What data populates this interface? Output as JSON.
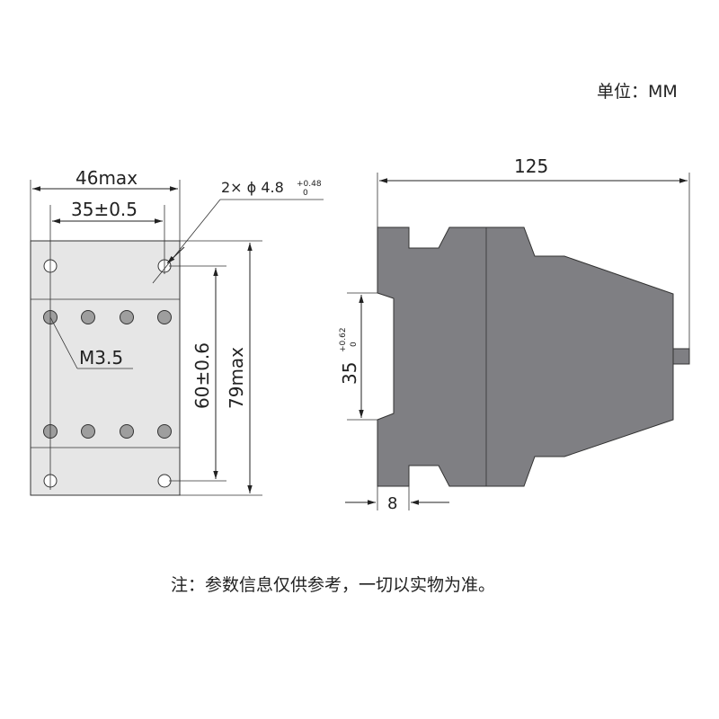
{
  "unit_label": "单位：MM",
  "note": "注：参数信息仅供参考，一切以实物为准。",
  "front_view": {
    "width_label": "46max",
    "hole_spacing_label": "35±0.5",
    "hole_diameter_label": "2× ϕ 4.8",
    "hole_tolerance_upper": "+0.48",
    "hole_tolerance_lower": "0",
    "screw_label": "M3.5",
    "hole_vertical_label": "60±0.6",
    "height_label": "79max"
  },
  "side_view": {
    "length_label": "125",
    "rail_label": "35",
    "rail_tolerance_upper": "+0.62",
    "rail_tolerance_lower": "0",
    "offset_label": "8"
  },
  "colors": {
    "body": "#7f7f83",
    "panel": "#e6e6e6",
    "screw": "#9e9e9e",
    "lines": "#222222"
  }
}
